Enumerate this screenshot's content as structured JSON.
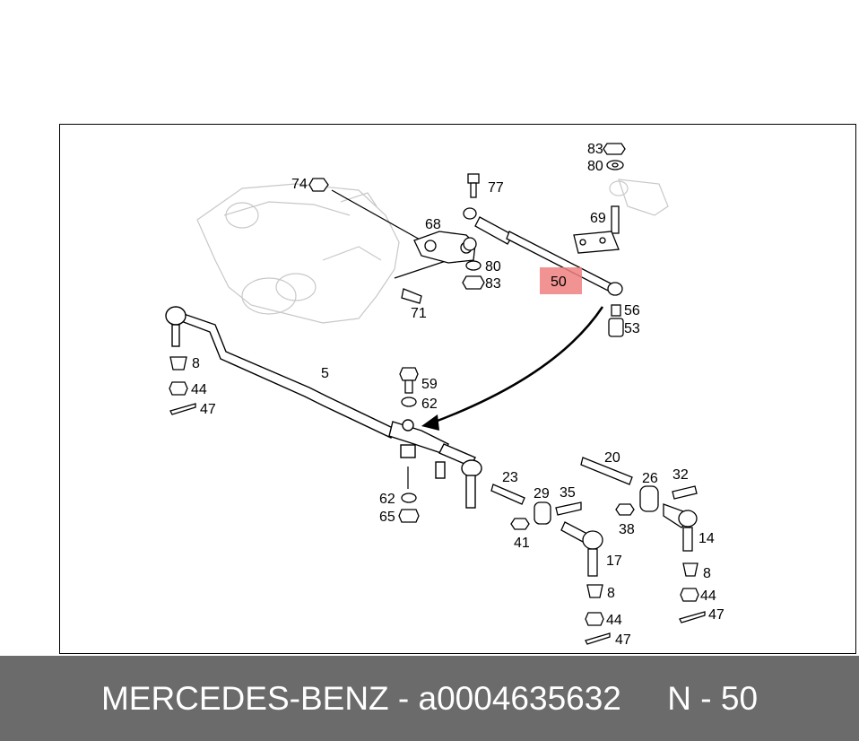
{
  "colors": {
    "highlight": "#f08080",
    "footer_bg": "#6b6b6b",
    "footer_text": "#ffffff"
  },
  "callouts": {
    "c83a": "83",
    "c80a": "80",
    "c74": "74",
    "c77": "77",
    "c68": "68",
    "c69": "69",
    "c80b": "80",
    "c83b": "83",
    "c50": "50",
    "c71": "71",
    "c56": "56",
    "c53": "53",
    "c5": "5",
    "c8a": "8",
    "c44a": "44",
    "c47a": "47",
    "c59": "59",
    "c62a": "62",
    "c20": "20",
    "c23": "23",
    "c26": "26",
    "c32": "32",
    "c29": "29",
    "c35": "35",
    "c41": "41",
    "c38": "38",
    "c14": "14",
    "c17": "17",
    "c62b": "62",
    "c65": "65",
    "c8b": "8",
    "c8c": "8",
    "c44b": "44",
    "c44c": "44",
    "c47b": "47",
    "c47c": "47"
  },
  "footer": {
    "brand": "MERCEDES-BENZ",
    "separator": "-",
    "part_number": "a0004635632",
    "position": "N - 50"
  }
}
